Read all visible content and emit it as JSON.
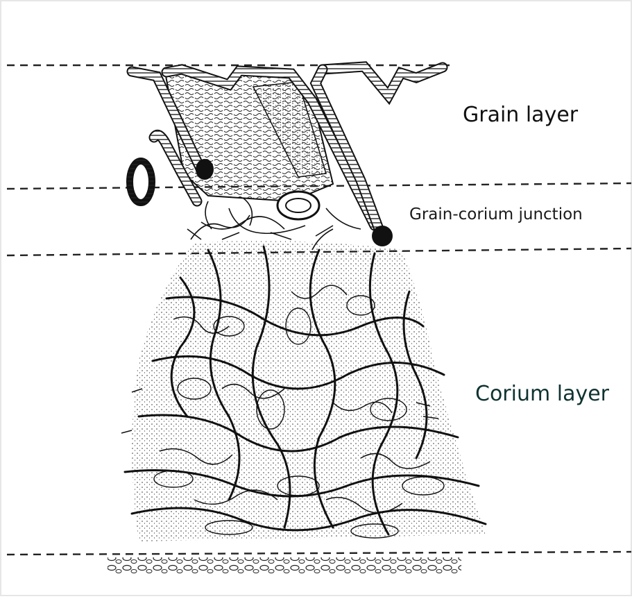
{
  "labels": {
    "grain_layer": "Grain layer",
    "junction": "Grain-corium junction",
    "corium_layer": "Corium layer"
  },
  "colors": {
    "ink": "#111111",
    "corium_label": "#0f3331",
    "background": "#ffffff",
    "border": "#e6e6e6"
  }
}
